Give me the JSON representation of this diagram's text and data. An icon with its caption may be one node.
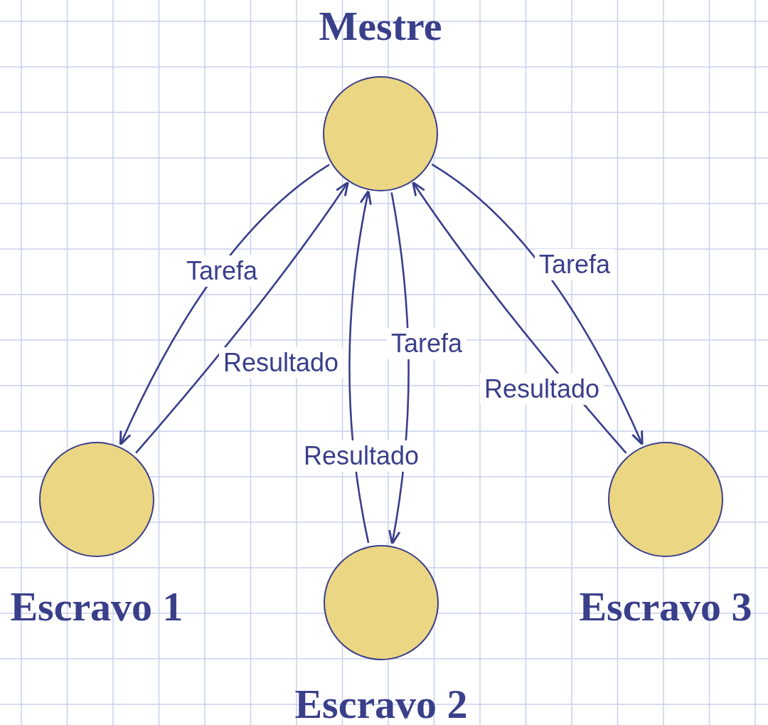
{
  "diagram": {
    "nodes": [
      {
        "text": [
          "Mestre"
        ]
      },
      {
        "text": [
          "Escravo 1"
        ]
      },
      {
        "text": [
          "Escravo 2"
        ]
      },
      {
        "text": [
          "Escravo 3"
        ]
      }
    ],
    "edges": [
      {
        "from": 0,
        "to": 1,
        "arrow": "to",
        "label": "Tarefa"
      },
      {
        "from": 1,
        "to": 0,
        "arrow": "to",
        "label": "Resultado"
      },
      {
        "from": 2,
        "to": 0,
        "arrow": "to",
        "label": "Resultado"
      },
      {
        "from": 0,
        "to": 2,
        "arrow": "to",
        "label": "Tarefa"
      },
      {
        "from": 3,
        "to": 0,
        "arrow": "to",
        "label": "Resultado"
      },
      {
        "from": 0,
        "to": 3,
        "arrow": "to",
        "label": "Tarefa"
      }
    ]
  }
}
